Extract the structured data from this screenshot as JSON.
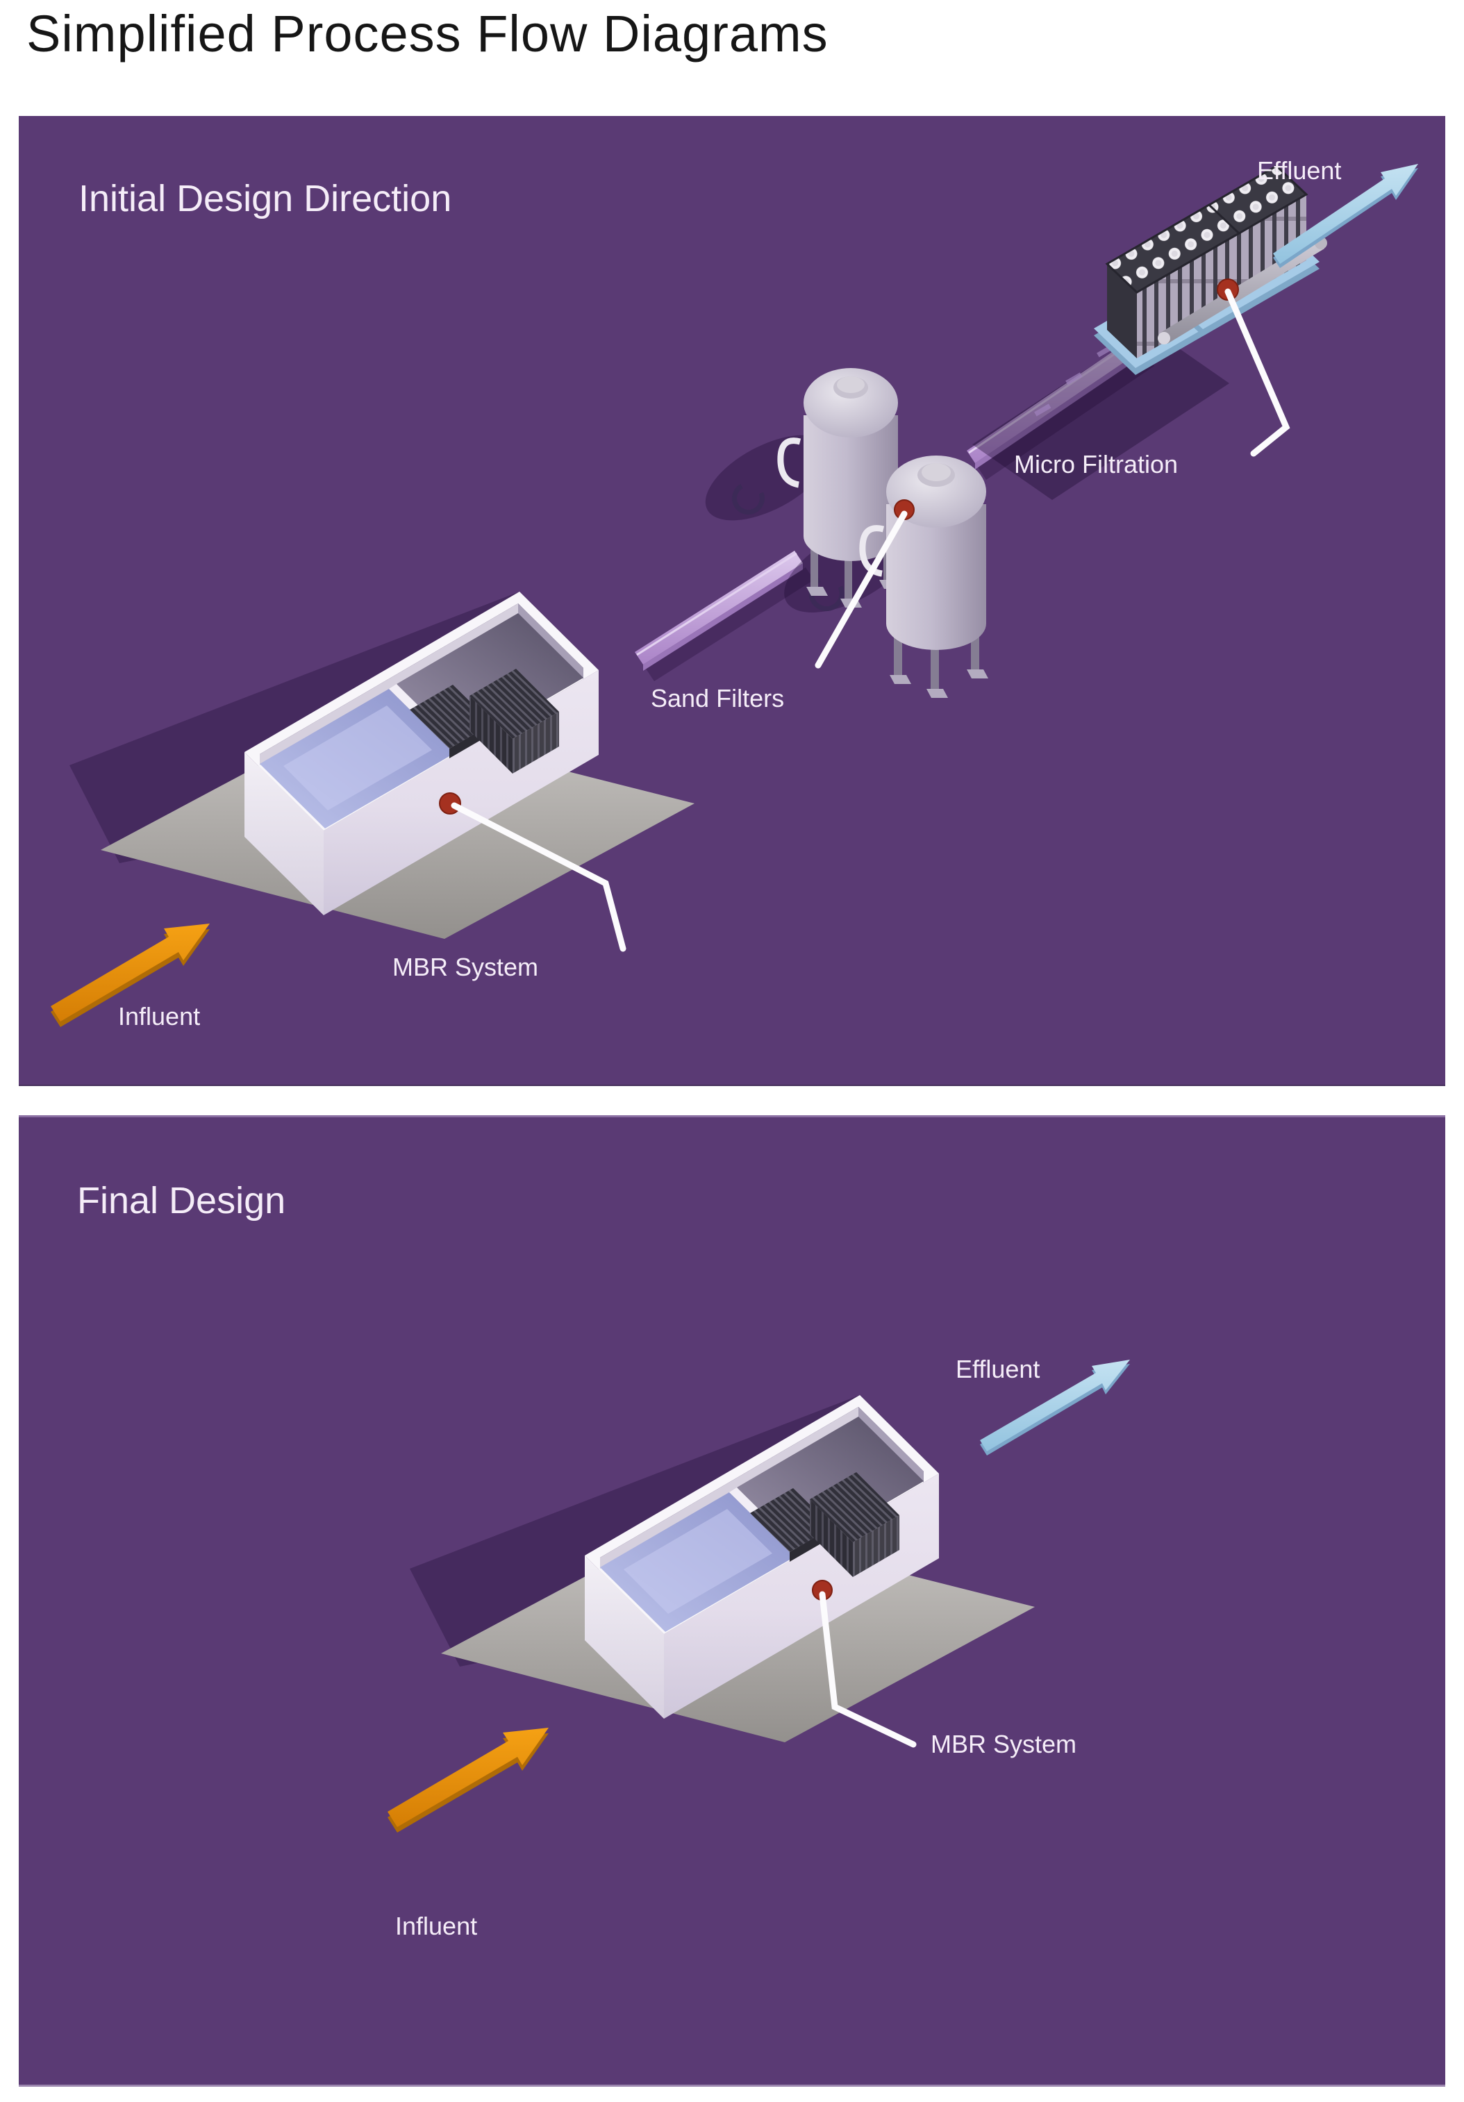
{
  "page": {
    "title": "Simplified Process Flow Diagrams",
    "background_color": "#ffffff",
    "panel_color": "#5a3a74"
  },
  "panels": {
    "initial": {
      "title": "Initial Design Direction",
      "labels": {
        "influent": "Influent",
        "mbr_system": "MBR System",
        "sand_filters": "Sand Filters",
        "micro_filtration": "Micro Filtration",
        "effluent": "Effluent"
      }
    },
    "final": {
      "title": "Final Design",
      "labels": {
        "influent": "Influent",
        "mbr_system": "MBR System",
        "effluent": "Effluent"
      }
    }
  },
  "colors": {
    "influent_arrow": "#e8930f",
    "effluent_arrow": "#aed5ea",
    "pipe": "#c2a0dc",
    "marker_dot": "#a53120",
    "label_text": "#f5edf8",
    "title_text": "#161616"
  }
}
